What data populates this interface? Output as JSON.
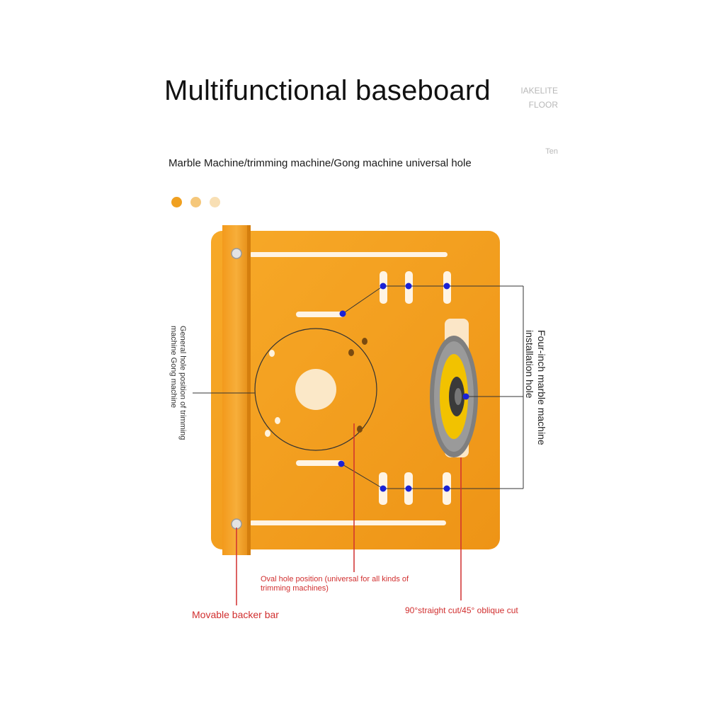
{
  "header": {
    "title": "Multifunctional baseboard",
    "corner_line1": "IAKELITE",
    "corner_line2": "FLOOR",
    "corner_small": "Ten",
    "subtitle": "Marble Machine/trimming machine/Gong machine universal hole"
  },
  "dots": [
    "#f0a020",
    "#f5c77a",
    "#f8dfb4"
  ],
  "colors": {
    "plate": "#f5a020",
    "plate_edge": "#e8901a",
    "bar": "#f2981a",
    "marker": "#1a22d6",
    "leader_red": "#d12f2f",
    "leader_dark": "#333333"
  },
  "callouts": {
    "trimming_hole": {
      "line1": "General hole position of trimming",
      "line2": "machine Gong machine"
    },
    "marble_hole": {
      "line1": "Four-inch marble machine",
      "line2": "installation hole"
    },
    "oval_hole": {
      "line1": "Oval hole position (universal for all kinds of",
      "line2": "trimming machines)"
    },
    "backer_bar": "Movable backer bar",
    "cut": "90°straight cut/45° oblique cut"
  }
}
